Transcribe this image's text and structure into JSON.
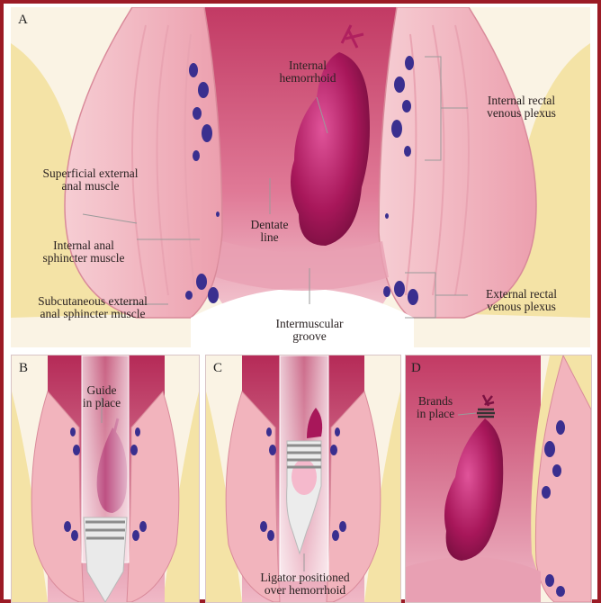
{
  "panels": {
    "a": {
      "letter": "A",
      "labels": {
        "internal_hemorrhoid": "Internal\nhemorrhoid",
        "internal_rectal_plexus": "Internal rectal\nvenous plexus",
        "superficial_external": "Superficial external\nanal muscle",
        "dentate_line": "Dentate\nline",
        "internal_anal_sphincter": "Internal anal\nsphincter muscle",
        "subcutaneous_external": "Subcutaneous external\nanal sphincter muscle",
        "intermuscular_groove": "Intermuscular\ngroove",
        "external_rectal_plexus": "External rectal\nvenous plexus"
      }
    },
    "b": {
      "letter": "B",
      "label": "Guide\nin place"
    },
    "c": {
      "letter": "C",
      "label": "Ligator positioned\nover hemorrhoid"
    },
    "d": {
      "letter": "D",
      "label": "Brands\nin place"
    }
  },
  "colors": {
    "frame": "#9b1b26",
    "muscle": "#f2b4bd",
    "mucosa": "#c83b6b",
    "hemorrhoid": "#b0205f",
    "vein": "#3a2f8f",
    "fat": "#f4e3a6"
  }
}
